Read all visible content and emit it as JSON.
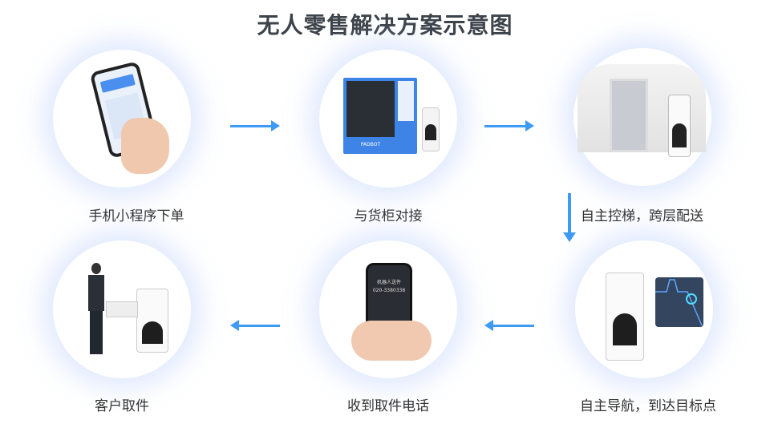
{
  "title": "无人零售解决方案示意图",
  "steps": [
    {
      "label": "手机小程序下单"
    },
    {
      "label": "与货柜对接",
      "machine_brand": "PADBOT"
    },
    {
      "label": "自主控梯，跨层配送"
    },
    {
      "label": "自主导航，到达目标点"
    },
    {
      "label": "收到取件电话",
      "phone_caller": "机器人送件",
      "phone_number": "020-3380338"
    },
    {
      "label": "客户取件"
    }
  ],
  "colors": {
    "arrow": "#3d9af5",
    "title": "#3d434a",
    "map_bg": "#34455f"
  }
}
